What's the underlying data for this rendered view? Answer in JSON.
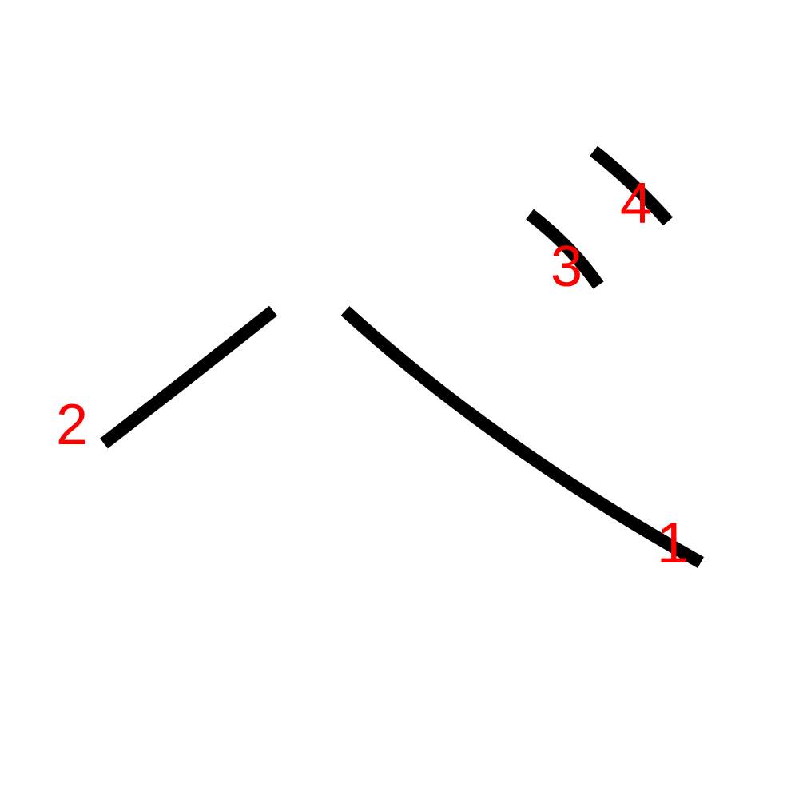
{
  "strokes": [
    {
      "label": "1"
    },
    {
      "label": "2"
    },
    {
      "label": "3"
    },
    {
      "label": "4"
    }
  ],
  "colors": {
    "stroke": "#000000",
    "label": "#ff0000",
    "background": "#ffffff"
  }
}
